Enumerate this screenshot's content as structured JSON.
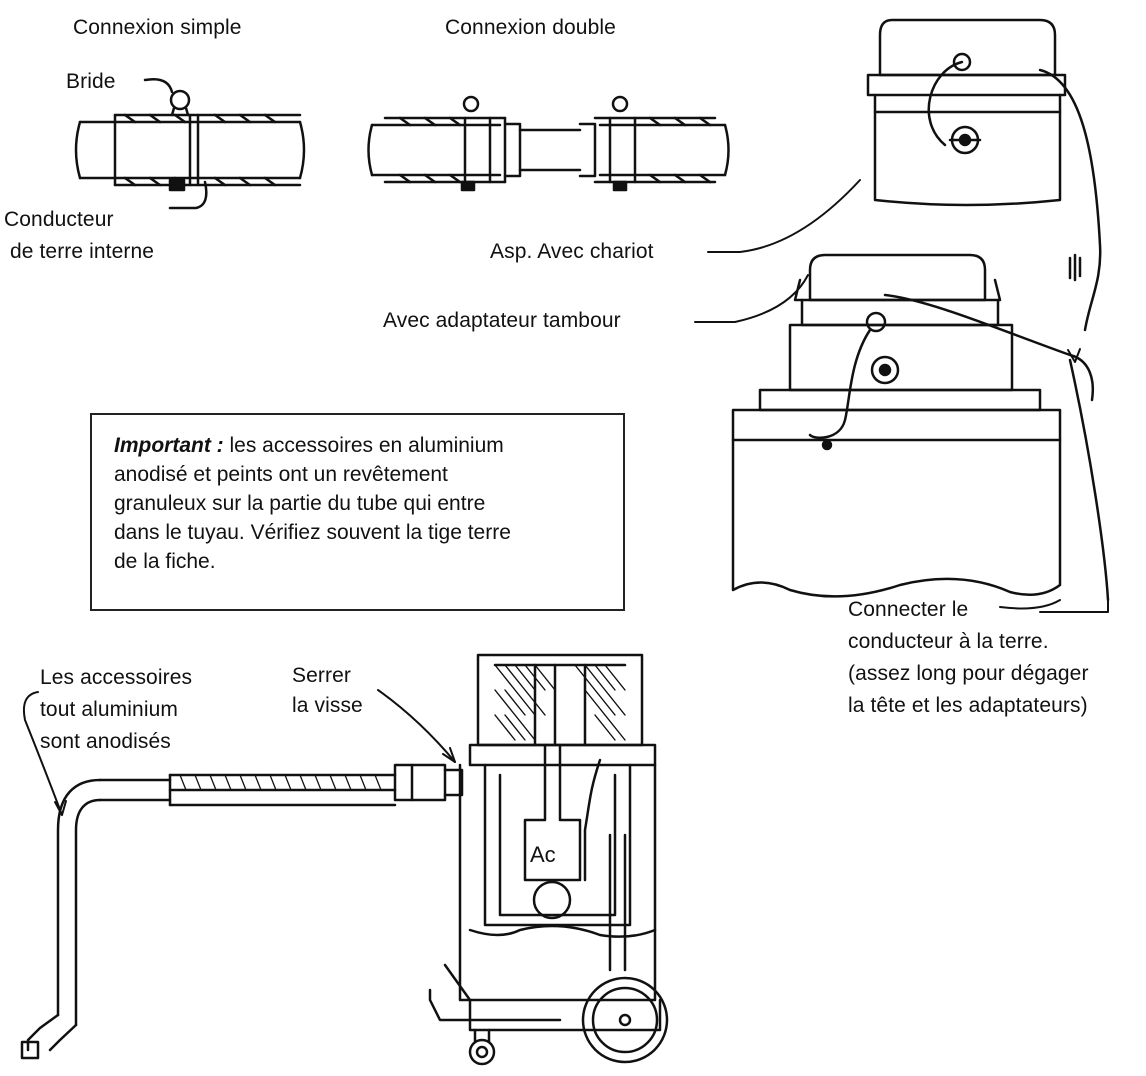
{
  "labels": {
    "connexion_simple": "Connexion simple",
    "connexion_double": "Connexion double",
    "bride": "Bride",
    "conducteur_1": "Conducteur",
    "conducteur_2": "de terre interne",
    "asp_chariot": "Asp. Avec chariot",
    "adaptateur": "Avec adaptateur tambour",
    "connecter_1": "Connecter le",
    "connecter_2": "conducteur à la terre.",
    "connecter_3": "(assez long pour dégager",
    "connecter_4": "la tête et les adaptateurs)",
    "accessoires_1": "Les accessoires",
    "accessoires_2": "tout aluminium",
    "accessoires_3": "sont anodisés",
    "serrer_1": "Serrer",
    "serrer_2": "la visse"
  },
  "note": {
    "important": "Important :",
    "line1_rest": " les accessoires en aluminium",
    "line2": "anodisé et peints ont un revêtement",
    "line3": "granuleux sur la partie du tube qui entre",
    "line4": "dans le tuyau. Vérifiez souvent la tige terre",
    "line5": "de la fiche."
  }
}
